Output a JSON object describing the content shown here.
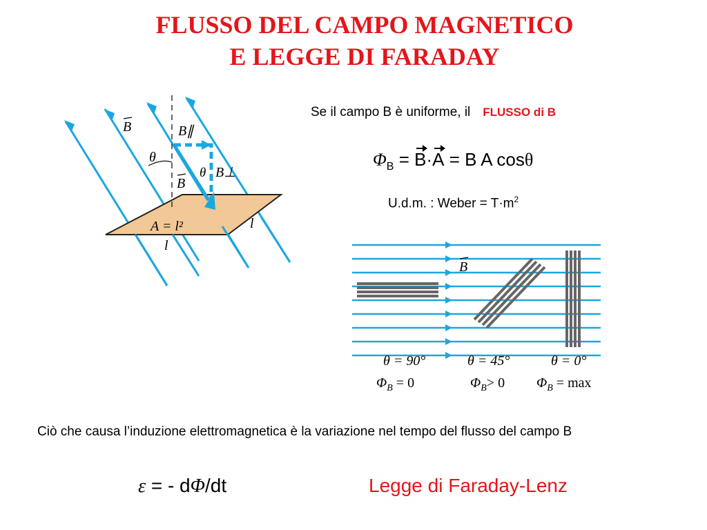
{
  "header": {
    "title_line1": "FLUSSO DEL CAMPO MAGNETICO",
    "title_line2": "E  LEGGE DI FARADAY"
  },
  "intro": {
    "text": "Se il campo B è uniforme, il",
    "highlight": "FLUSSO di B"
  },
  "formula": {
    "phi": "Φ",
    "phi_sub": "B",
    "eq1": " = ",
    "vec_b": "B",
    "dot": "·",
    "vec_a": "A",
    "rest": " = B A cos",
    "theta": "θ"
  },
  "units": {
    "text": "U.d.m. : Weber = T·m",
    "sup": "2"
  },
  "diagram_left": {
    "label_b": "B",
    "label_b_parallel": "B∥",
    "label_b_perp": "B⊥",
    "label_theta_outer": "θ",
    "label_theta_inner": "θ",
    "label_b_inner": "B",
    "label_area": "A = l²",
    "label_l_bottom": "l",
    "label_l_right": "l",
    "colors": {
      "field": "#1aa7e0",
      "plate": "#f2c896",
      "plate_edge": "#222222"
    }
  },
  "diagram_right": {
    "label_b": "B",
    "cases": [
      {
        "angle": "θ = 90°",
        "flux": "Φ",
        "flux_sub": "B",
        "flux_rest": " = 0"
      },
      {
        "angle": "θ = 45°",
        "flux": "Φ",
        "flux_sub": "B",
        "flux_rest": "> 0"
      },
      {
        "angle": "θ = 0°",
        "flux": "Φ",
        "flux_sub": "B",
        "flux_rest": " = max"
      }
    ],
    "colors": {
      "field": "#1aa7e0",
      "loop": "#666666"
    }
  },
  "paragraph": "Ciò che causa l’induzione elettromagnetica è la variazione nel tempo del flusso del campo B",
  "emf": {
    "eps": "ε",
    "rest1": " = - d",
    "phi": "Φ",
    "rest2": "/dt"
  },
  "law": "Legge di Faraday-Lenz"
}
